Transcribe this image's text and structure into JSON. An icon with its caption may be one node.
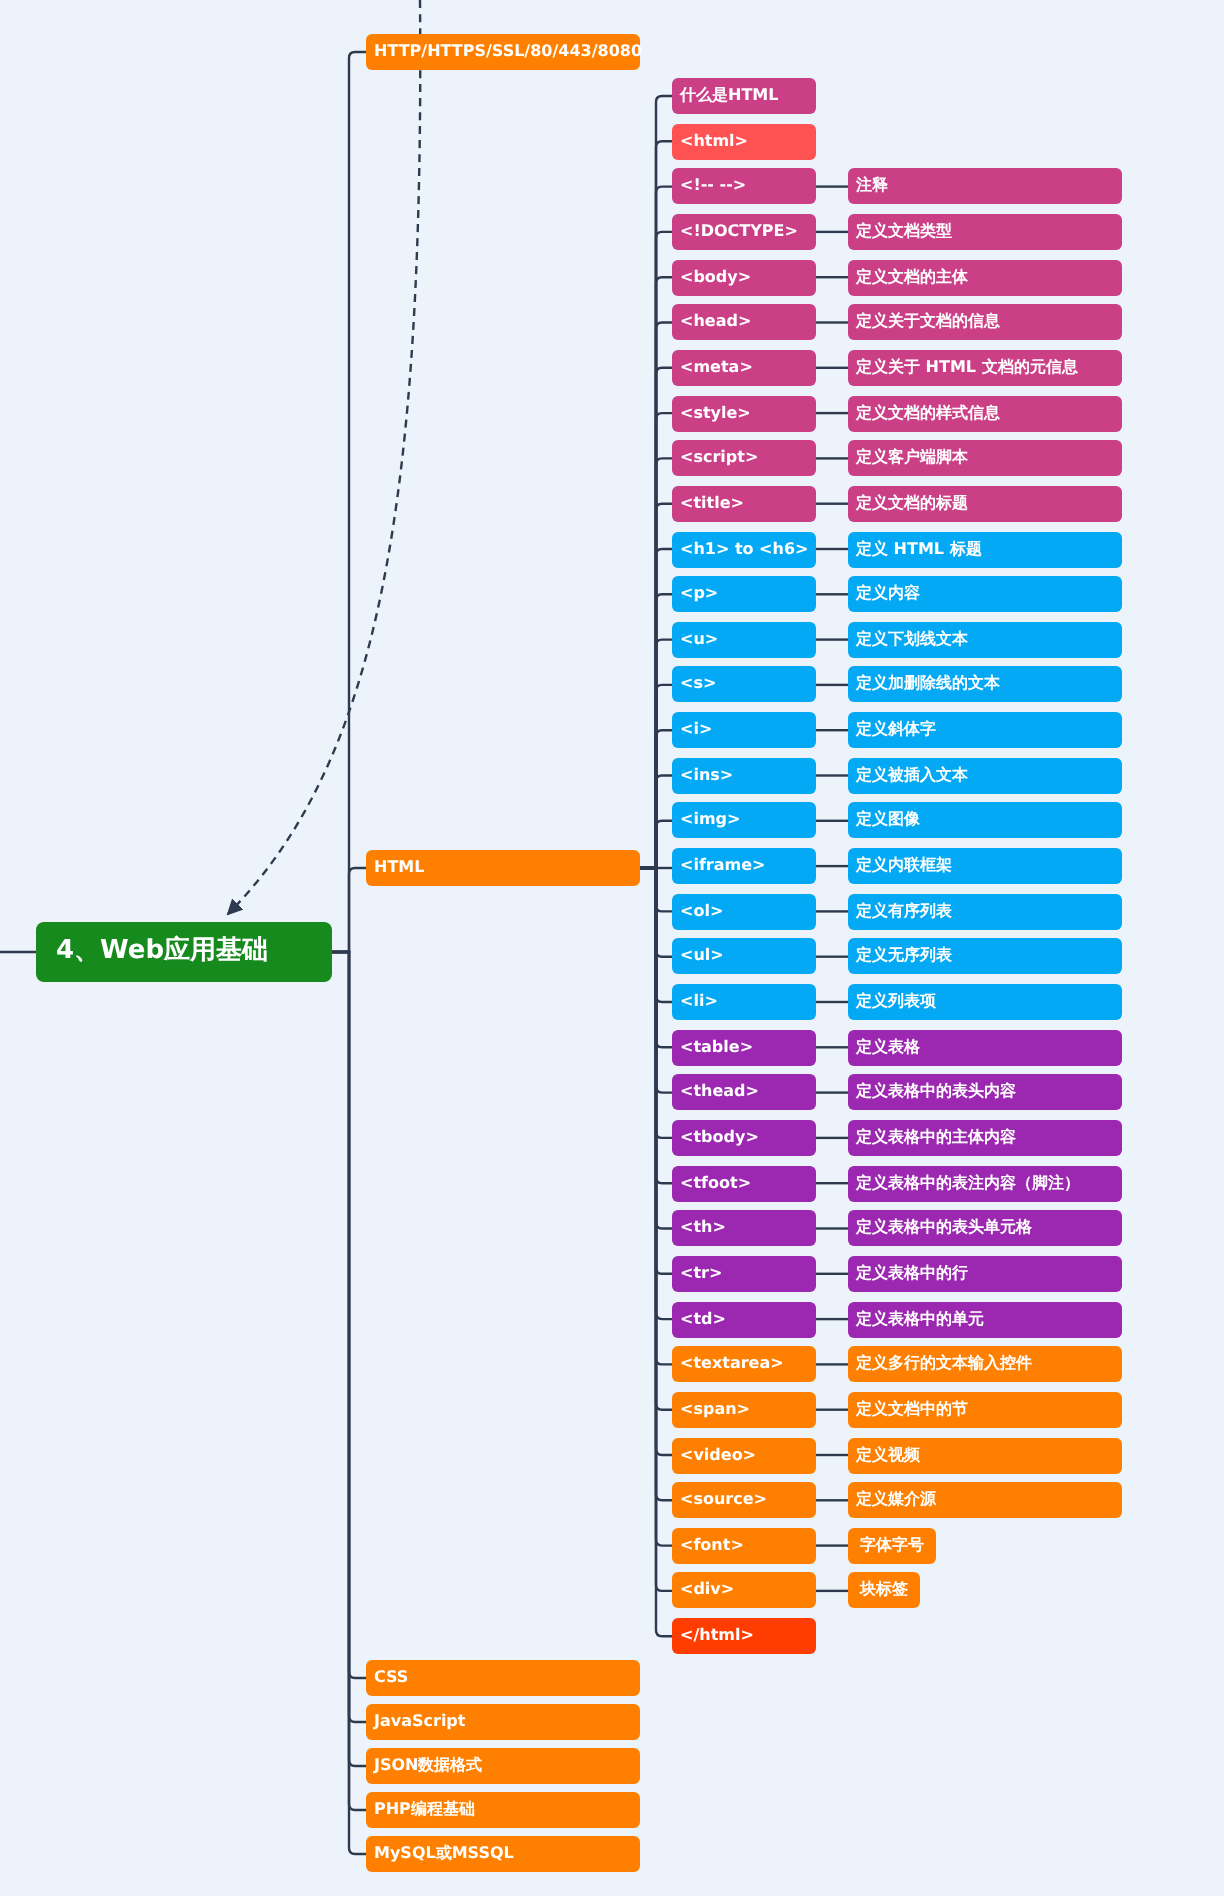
{
  "diagram": {
    "nodes": [
      {
        "text": [
          "4、Web应用基础"
        ]
      },
      {
        "text": [
          "HTTP/HTTPS/SSL/80/443/8080"
        ]
      },
      {
        "text": [
          "HTML"
        ]
      },
      {
        "text": [
          "什么是HTML"
        ]
      },
      {
        "text": [
          "<html>"
        ]
      },
      {
        "text": [
          "<!-- -->"
        ]
      },
      {
        "text": [
          "注释"
        ]
      },
      {
        "text": [
          "<!DOCTYPE>"
        ]
      },
      {
        "text": [
          "定义文档类型"
        ]
      },
      {
        "text": [
          "<body>"
        ]
      },
      {
        "text": [
          "定义文档的主体"
        ]
      },
      {
        "text": [
          "<head>"
        ]
      },
      {
        "text": [
          "定义关于文档的信息"
        ]
      },
      {
        "text": [
          "<meta>"
        ]
      },
      {
        "text": [
          "定义关于 HTML 文档的元信息"
        ]
      },
      {
        "text": [
          "<style>"
        ]
      },
      {
        "text": [
          "定义文档的样式信息"
        ]
      },
      {
        "text": [
          "<script>"
        ]
      },
      {
        "text": [
          "定义客户端脚本"
        ]
      },
      {
        "text": [
          "<title>"
        ]
      },
      {
        "text": [
          "定义文档的标题"
        ]
      },
      {
        "text": [
          "<h1> to <h6>"
        ]
      },
      {
        "text": [
          "定义 HTML 标题"
        ]
      },
      {
        "text": [
          "<p>"
        ]
      },
      {
        "text": [
          "定义内容"
        ]
      },
      {
        "text": [
          "<u>"
        ]
      },
      {
        "text": [
          "定义下划线文本"
        ]
      },
      {
        "text": [
          "<s>"
        ]
      },
      {
        "text": [
          "定义加删除线的文本"
        ]
      },
      {
        "text": [
          "<i>"
        ]
      },
      {
        "text": [
          "定义斜体字"
        ]
      },
      {
        "text": [
          "<ins>"
        ]
      },
      {
        "text": [
          "定义被插入文本"
        ]
      },
      {
        "text": [
          "<img>"
        ]
      },
      {
        "text": [
          "定义图像"
        ]
      },
      {
        "text": [
          "<iframe>"
        ]
      },
      {
        "text": [
          "定义内联框架"
        ]
      },
      {
        "text": [
          "<ol>"
        ]
      },
      {
        "text": [
          "定义有序列表"
        ]
      },
      {
        "text": [
          "<ul>"
        ]
      },
      {
        "text": [
          "定义无序列表"
        ]
      },
      {
        "text": [
          "<li>"
        ]
      },
      {
        "text": [
          "定义列表项"
        ]
      },
      {
        "text": [
          "<table>"
        ]
      },
      {
        "text": [
          "定义表格"
        ]
      },
      {
        "text": [
          "<thead>"
        ]
      },
      {
        "text": [
          "定义表格中的表头内容"
        ]
      },
      {
        "text": [
          "<tbody>"
        ]
      },
      {
        "text": [
          "定义表格中的主体内容"
        ]
      },
      {
        "text": [
          "<tfoot>"
        ]
      },
      {
        "text": [
          "定义表格中的表注内容（脚注）"
        ]
      },
      {
        "text": [
          "<th>"
        ]
      },
      {
        "text": [
          "定义表格中的表头单元格"
        ]
      },
      {
        "text": [
          "<tr>"
        ]
      },
      {
        "text": [
          "定义表格中的行"
        ]
      },
      {
        "text": [
          "<td>"
        ]
      },
      {
        "text": [
          "定义表格中的单元"
        ]
      },
      {
        "text": [
          "<textarea>"
        ]
      },
      {
        "text": [
          "定义多行的文本输入控件"
        ]
      },
      {
        "text": [
          "<span>"
        ]
      },
      {
        "text": [
          "定义文档中的节"
        ]
      },
      {
        "text": [
          "<video>"
        ]
      },
      {
        "text": [
          "定义视频"
        ]
      },
      {
        "text": [
          "<source>"
        ]
      },
      {
        "text": [
          "定义媒介源"
        ]
      },
      {
        "text": [
          "<font>"
        ]
      },
      {
        "text": [
          "字体字号"
        ]
      },
      {
        "text": [
          "<div>"
        ]
      },
      {
        "text": [
          "块标签"
        ]
      },
      {
        "text": [
          "</html>"
        ]
      },
      {
        "text": [
          "CSS"
        ]
      },
      {
        "text": [
          "JavaScript"
        ]
      },
      {
        "text": [
          "JSON数据格式"
        ]
      },
      {
        "text": [
          "PHP编程基础"
        ]
      },
      {
        "text": [
          "MySQL或MSSQL"
        ]
      }
    ],
    "edges": [
      {
        "from": null,
        "to": 0,
        "arrow": "to",
        "style": "dashed"
      },
      {
        "from": null,
        "to": 0,
        "arrow": "none"
      },
      {
        "from": 0,
        "to": 1,
        "arrow": "none"
      },
      {
        "from": 0,
        "to": 2,
        "arrow": "none"
      },
      {
        "from": 2,
        "to": 3,
        "arrow": "none"
      },
      {
        "from": 2,
        "to": 4,
        "arrow": "none"
      },
      {
        "from": 2,
        "to": 5,
        "arrow": "none"
      },
      {
        "from": 5,
        "to": 6,
        "arrow": "none"
      },
      {
        "from": 2,
        "to": 7,
        "arrow": "none"
      },
      {
        "from": 7,
        "to": 8,
        "arrow": "none"
      },
      {
        "from": 2,
        "to": 9,
        "arrow": "none"
      },
      {
        "from": 9,
        "to": 10,
        "arrow": "none"
      },
      {
        "from": 2,
        "to": 11,
        "arrow": "none"
      },
      {
        "from": 11,
        "to": 12,
        "arrow": "none"
      },
      {
        "from": 2,
        "to": 13,
        "arrow": "none"
      },
      {
        "from": 13,
        "to": 14,
        "arrow": "none"
      },
      {
        "from": 2,
        "to": 15,
        "arrow": "none"
      },
      {
        "from": 15,
        "to": 16,
        "arrow": "none"
      },
      {
        "from": 2,
        "to": 17,
        "arrow": "none"
      },
      {
        "from": 17,
        "to": 18,
        "arrow": "none"
      },
      {
        "from": 2,
        "to": 19,
        "arrow": "none"
      },
      {
        "from": 19,
        "to": 20,
        "arrow": "none"
      },
      {
        "from": 2,
        "to": 21,
        "arrow": "none"
      },
      {
        "from": 21,
        "to": 22,
        "arrow": "none"
      },
      {
        "from": 2,
        "to": 23,
        "arrow": "none"
      },
      {
        "from": 23,
        "to": 24,
        "arrow": "none"
      },
      {
        "from": 2,
        "to": 25,
        "arrow": "none"
      },
      {
        "from": 25,
        "to": 26,
        "arrow": "none"
      },
      {
        "from": 2,
        "to": 27,
        "arrow": "none"
      },
      {
        "from": 27,
        "to": 28,
        "arrow": "none"
      },
      {
        "from": 2,
        "to": 29,
        "arrow": "none"
      },
      {
        "from": 29,
        "to": 30,
        "arrow": "none"
      },
      {
        "from": 2,
        "to": 31,
        "arrow": "none"
      },
      {
        "from": 31,
        "to": 32,
        "arrow": "none"
      },
      {
        "from": 2,
        "to": 33,
        "arrow": "none"
      },
      {
        "from": 33,
        "to": 34,
        "arrow": "none"
      },
      {
        "from": 2,
        "to": 35,
        "arrow": "none"
      },
      {
        "from": 35,
        "to": 36,
        "arrow": "none"
      },
      {
        "from": 2,
        "to": 37,
        "arrow": "none"
      },
      {
        "from": 37,
        "to": 38,
        "arrow": "none"
      },
      {
        "from": 2,
        "to": 39,
        "arrow": "none"
      },
      {
        "from": 39,
        "to": 40,
        "arrow": "none"
      },
      {
        "from": 2,
        "to": 41,
        "arrow": "none"
      },
      {
        "from": 41,
        "to": 42,
        "arrow": "none"
      },
      {
        "from": 2,
        "to": 43,
        "arrow": "none"
      },
      {
        "from": 43,
        "to": 44,
        "arrow": "none"
      },
      {
        "from": 2,
        "to": 45,
        "arrow": "none"
      },
      {
        "from": 45,
        "to": 46,
        "arrow": "none"
      },
      {
        "from": 2,
        "to": 47,
        "arrow": "none"
      },
      {
        "from": 47,
        "to": 48,
        "arrow": "none"
      },
      {
        "from": 2,
        "to": 49,
        "arrow": "none"
      },
      {
        "from": 49,
        "to": 50,
        "arrow": "none"
      },
      {
        "from": 2,
        "to": 51,
        "arrow": "none"
      },
      {
        "from": 51,
        "to": 52,
        "arrow": "none"
      },
      {
        "from": 2,
        "to": 53,
        "arrow": "none"
      },
      {
        "from": 53,
        "to": 54,
        "arrow": "none"
      },
      {
        "from": 2,
        "to": 55,
        "arrow": "none"
      },
      {
        "from": 55,
        "to": 56,
        "arrow": "none"
      },
      {
        "from": 2,
        "to": 57,
        "arrow": "none"
      },
      {
        "from": 57,
        "to": 58,
        "arrow": "none"
      },
      {
        "from": 2,
        "to": 59,
        "arrow": "none"
      },
      {
        "from": 59,
        "to": 60,
        "arrow": "none"
      },
      {
        "from": 2,
        "to": 61,
        "arrow": "none"
      },
      {
        "from": 61,
        "to": 62,
        "arrow": "none"
      },
      {
        "from": 2,
        "to": 63,
        "arrow": "none"
      },
      {
        "from": 63,
        "to": 64,
        "arrow": "none"
      },
      {
        "from": 2,
        "to": 65,
        "arrow": "none"
      },
      {
        "from": 65,
        "to": 66,
        "arrow": "none"
      },
      {
        "from": 2,
        "to": 67,
        "arrow": "none"
      },
      {
        "from": 67,
        "to": 68,
        "arrow": "none"
      },
      {
        "from": 2,
        "to": 69,
        "arrow": "none"
      },
      {
        "from": 0,
        "to": 70,
        "arrow": "none"
      },
      {
        "from": 0,
        "to": 71,
        "arrow": "none"
      },
      {
        "from": 0,
        "to": 72,
        "arrow": "none"
      },
      {
        "from": 0,
        "to": 73,
        "arrow": "none"
      },
      {
        "from": 0,
        "to": 74,
        "arrow": "none"
      }
    ]
  }
}
